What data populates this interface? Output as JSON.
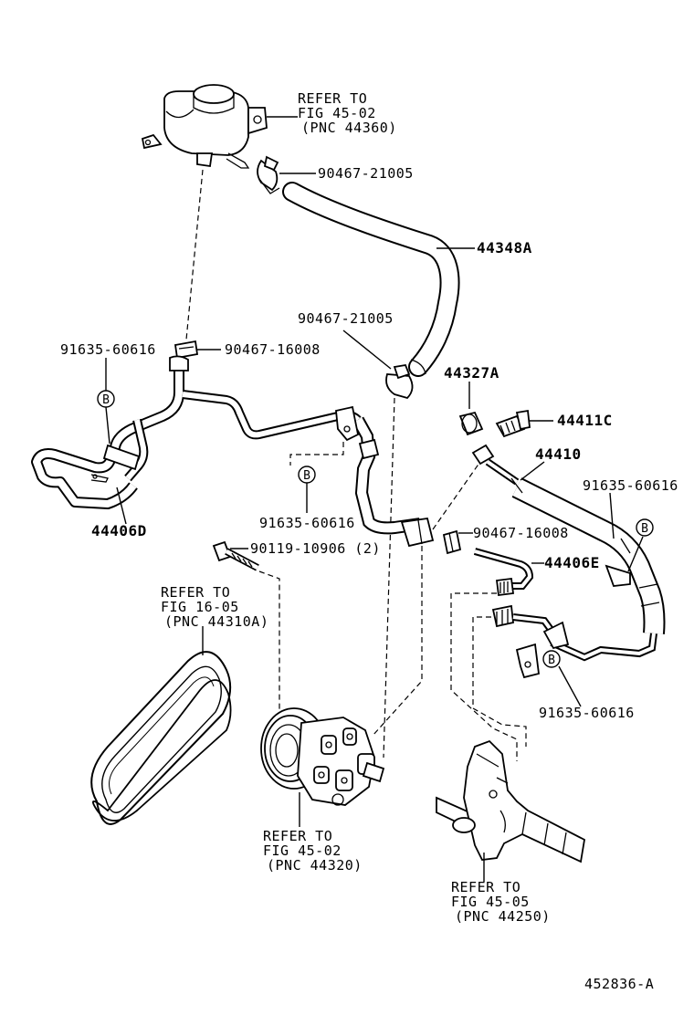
{
  "diagram_id": "452836-A",
  "callouts": {
    "b_marker": "B",
    "reservoir_ref": [
      "REFER TO",
      "FIG 45-02",
      "(PNC 44360)"
    ],
    "clamp_top": "90467-21005",
    "hose_44348a": "44348A",
    "clamp_mid": "90467-21005",
    "clamp_left": "90467-16008",
    "clip_left": "91635-60616",
    "tube_44406d": "44406D",
    "clip_center": "91635-60616",
    "bolt": "90119-10906 (2)",
    "belt_ref": [
      "REFER TO",
      "FIG 16-05",
      "(PNC 44310A)"
    ],
    "pump_ref": [
      "REFER TO",
      "FIG 45-02",
      "(PNC 44320)"
    ],
    "gear_ref": [
      "REFER TO",
      "FIG 45-05",
      "(PNC 44250)"
    ],
    "part_44327a": "44327A",
    "part_44411c": "44411C",
    "part_44410": "44410",
    "clip_right_top": "91635-60616",
    "clamp_right": "90467-16008",
    "tube_44406e": "44406E",
    "clip_right_bottom": "91635-60616"
  }
}
